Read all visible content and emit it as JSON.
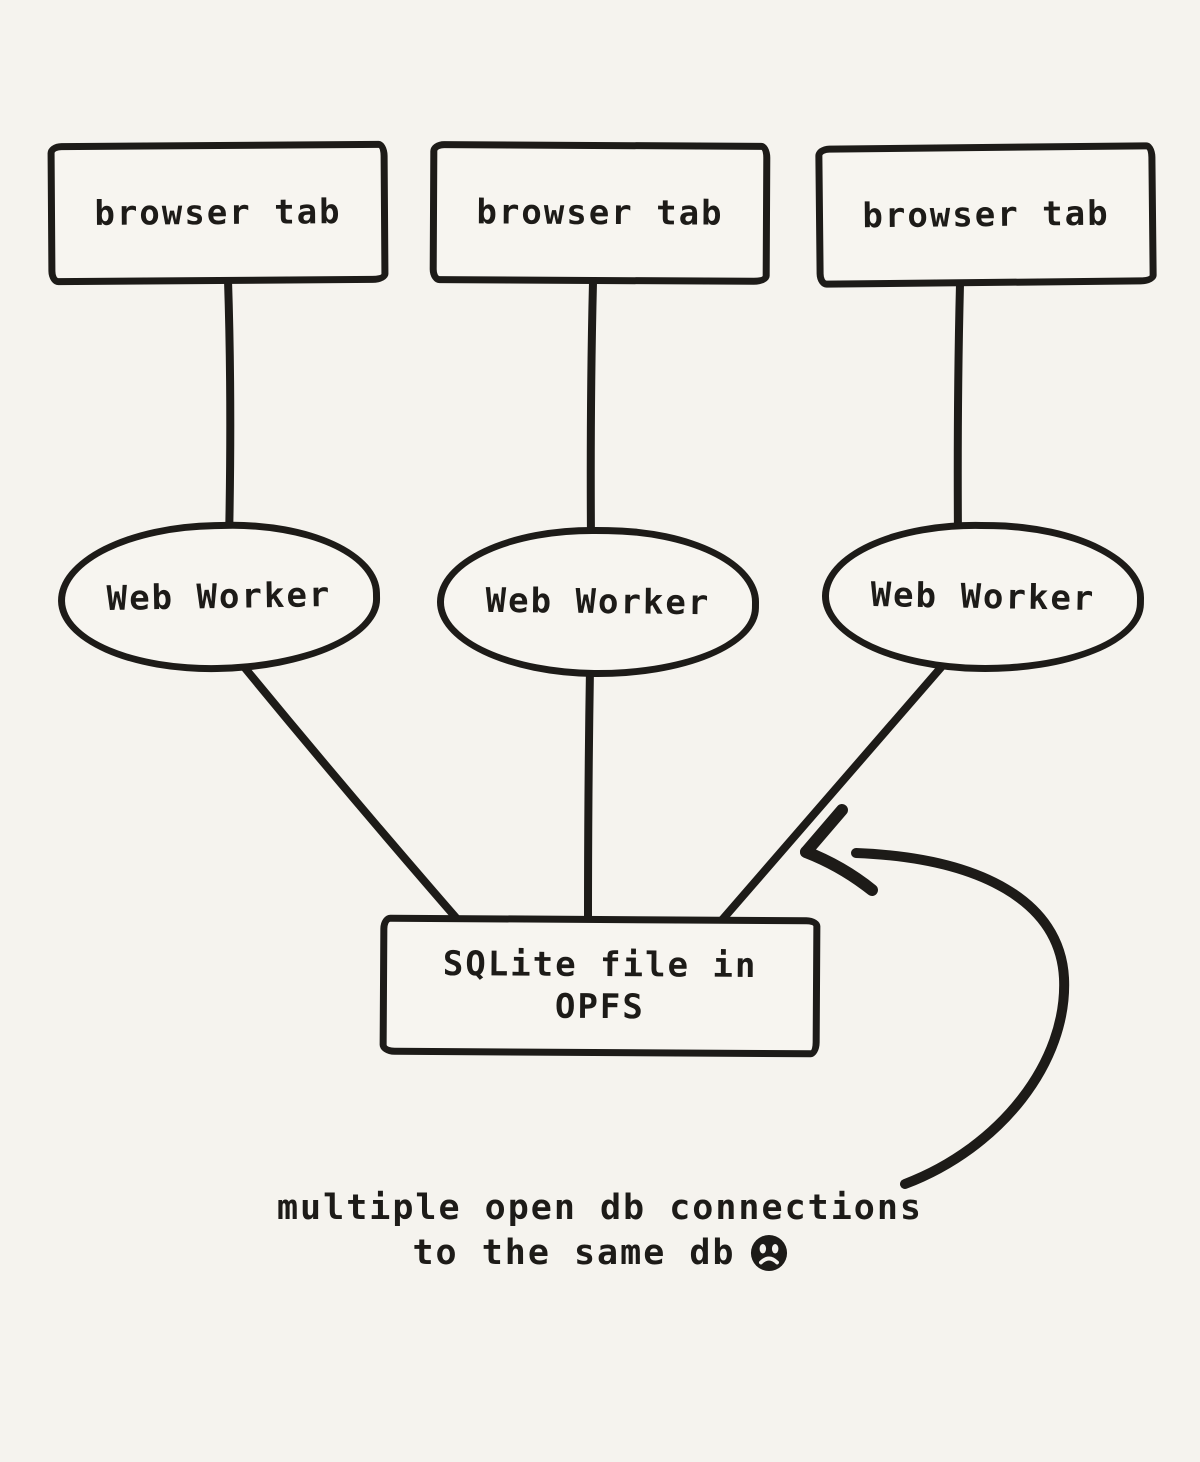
{
  "colors": {
    "background": "#f5f3ee",
    "ink": "#1d1b18"
  },
  "nodes": {
    "tabs": [
      {
        "label": "browser tab"
      },
      {
        "label": "browser tab"
      },
      {
        "label": "browser tab"
      }
    ],
    "workers": [
      {
        "label": "Web Worker"
      },
      {
        "label": "Web Worker"
      },
      {
        "label": "Web Worker"
      }
    ],
    "database": {
      "line1": "SQLite file in",
      "line2": "OPFS"
    }
  },
  "annotation": {
    "line1": "multiple open db connections",
    "line2": "to the same db",
    "emoji": "frowning-face"
  }
}
